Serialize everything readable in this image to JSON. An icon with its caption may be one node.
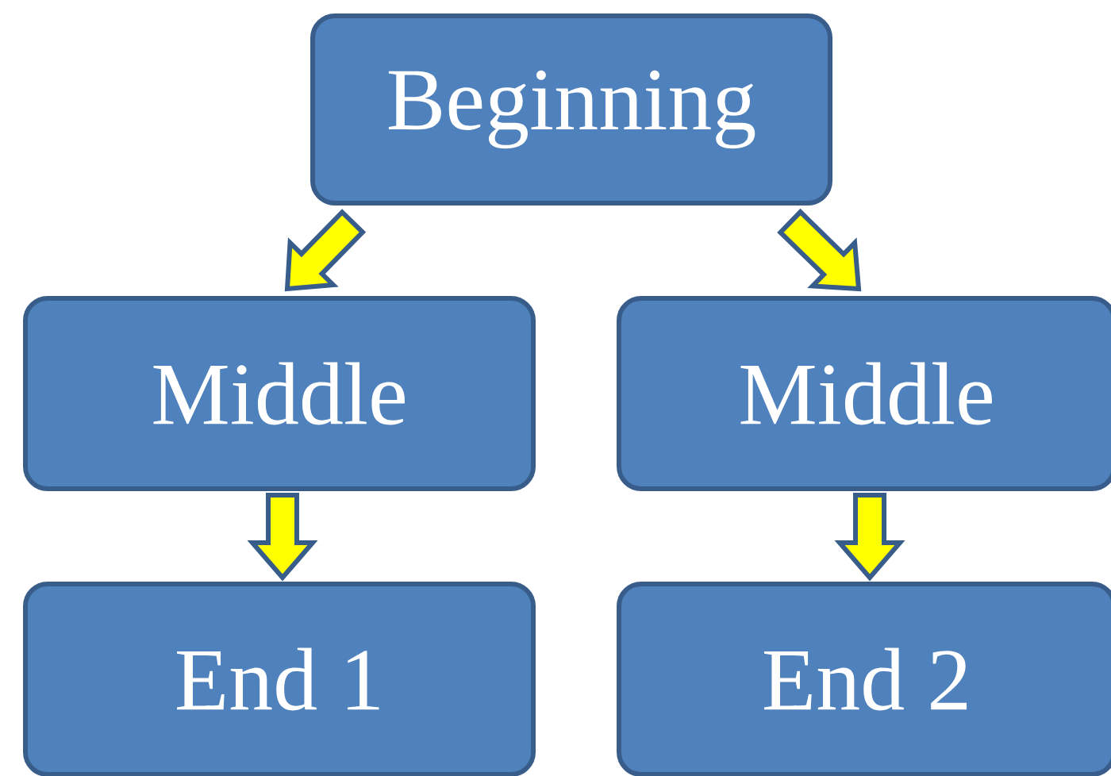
{
  "diagram": {
    "nodes": [
      {
        "text": [
          "Beginning"
        ]
      },
      {
        "text": [
          "Middle"
        ]
      },
      {
        "text": [
          "Middle"
        ]
      },
      {
        "text": [
          "End 1"
        ]
      },
      {
        "text": [
          "End 2"
        ]
      }
    ],
    "edges": [
      {
        "from": 0,
        "to": 1,
        "arrow": "to"
      },
      {
        "from": 0,
        "to": 2,
        "arrow": "to"
      },
      {
        "from": 1,
        "to": 3,
        "arrow": "to"
      },
      {
        "from": 2,
        "to": 4,
        "arrow": "to"
      }
    ]
  }
}
